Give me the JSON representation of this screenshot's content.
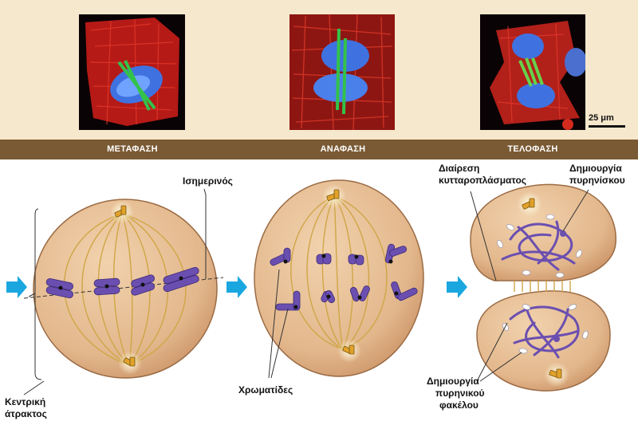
{
  "stages": [
    "ΜΕΤΑΦΑΣΗ",
    "ΑΝΑΦΑΣΗ",
    "ΤΕΛΟΦΑΣΗ"
  ],
  "scale_bar": "25 μm",
  "labels": {
    "equator": "Ισημερινός",
    "spindle": [
      "Κεντρική",
      "άτρακτος"
    ],
    "chromatids": "Χρωματίδες",
    "cytokinesis": [
      "Διαίρεση",
      "κυτταροπλάσματος"
    ],
    "nucleolus": [
      "Δημιουργία",
      "πυρηνίσκου"
    ],
    "envelope": [
      "Δημιουργία",
      "πυρηνικού",
      "φακέλου"
    ]
  },
  "colors": {
    "band": "#f6e8cd",
    "stage_bar": "#7a5a34",
    "cell": "#e3b78c",
    "spindle": "#cfa646",
    "chromosome": "#7b5fb2",
    "arrow": "#1aa7e0"
  }
}
